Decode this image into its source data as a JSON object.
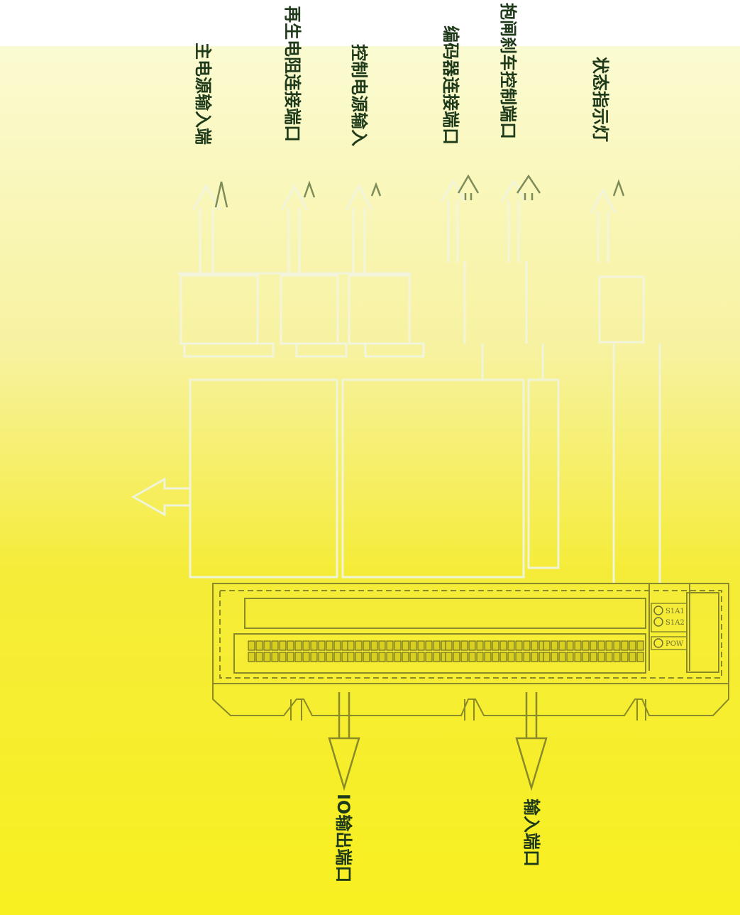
{
  "labels_top": {
    "main_power": "主电源输入端",
    "regen_resistor": "再生电阻连接端口",
    "control_power": "控制电源输入",
    "encoder": "编码器连接端口",
    "brake_control": "抱闸刹车控制端口",
    "status_led": "状态指示灯"
  },
  "labels_bottom": {
    "io_output": "IO输出端口",
    "io_input": "输入端口"
  },
  "indicators": {
    "s1a1": "S1A1",
    "s1a2": "S1A2",
    "pow": "POW"
  },
  "colors": {
    "background_yellow": "#f5ee1a",
    "light_yellow": "#f7f3a8",
    "arrow_white": "#f6f8e8",
    "outline_olive": "#8a8a2a",
    "text_dark": "#1f3a1a"
  }
}
